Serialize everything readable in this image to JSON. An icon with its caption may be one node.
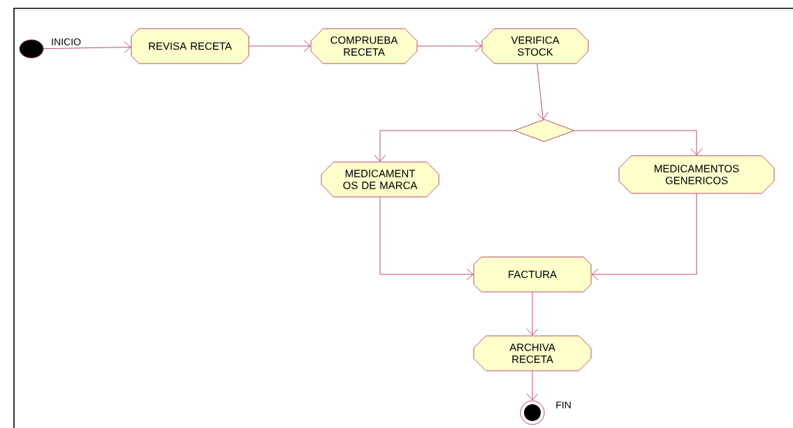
{
  "diagram": {
    "nodes": [
      {
        "text": [],
        "shape": "circle",
        "beside": [
          "INICIO"
        ]
      },
      {
        "text": [
          "REVISA RECETA"
        ]
      },
      {
        "text": [
          "COMPRUEBA RECETA"
        ]
      },
      {
        "text": [
          "VERIFICA STOCK"
        ]
      },
      {
        "text": [],
        "shape": "diamond"
      },
      {
        "text": [
          "MEDICAMENT OS DE MARCA"
        ]
      },
      {
        "text": [
          "MEDICAMENTOS GENERICOS"
        ]
      },
      {
        "text": [
          "FACTURA"
        ]
      },
      {
        "text": [
          "ARCHIVA RECETA"
        ]
      },
      {
        "text": [],
        "shape": "circle",
        "beside": [
          "FIN"
        ]
      }
    ],
    "edges": [
      {
        "from": 0,
        "to": 1,
        "arrow": "to"
      },
      {
        "from": 1,
        "to": 2,
        "arrow": "to"
      },
      {
        "from": 2,
        "to": 3,
        "arrow": "to"
      },
      {
        "from": 3,
        "to": 4,
        "arrow": "to"
      },
      {
        "from": 4,
        "to": 5,
        "arrow": "to"
      },
      {
        "from": 4,
        "to": 6,
        "arrow": "to"
      },
      {
        "from": 5,
        "to": 7,
        "arrow": "to"
      },
      {
        "from": 6,
        "to": 7,
        "arrow": "to"
      },
      {
        "from": 7,
        "to": 8,
        "arrow": "to"
      },
      {
        "from": 8,
        "to": 9,
        "arrow": "to"
      }
    ]
  }
}
